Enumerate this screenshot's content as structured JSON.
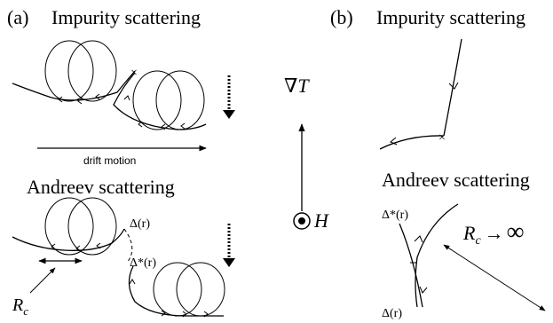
{
  "panel_a": {
    "label": "(a)",
    "impurity_title": "Impurity scattering",
    "drift_label": "drift motion",
    "andreev_title": "Andreev scattering",
    "delta_r": "Δ(r)",
    "delta_star_r": "Δ*(r)",
    "rc_main": "R",
    "rc_sub": "c"
  },
  "center": {
    "grad_symbol": "∇",
    "grad_var": "T",
    "field_label": "H"
  },
  "panel_b": {
    "label": "(b)",
    "impurity_title": "Impurity scattering",
    "andreev_title": "Andreev scattering",
    "delta_star_r": "Δ*(r)",
    "delta_r": "Δ(r)",
    "rc_main": "R",
    "rc_sub": "c",
    "arrow": "→",
    "infinity": "∞"
  }
}
